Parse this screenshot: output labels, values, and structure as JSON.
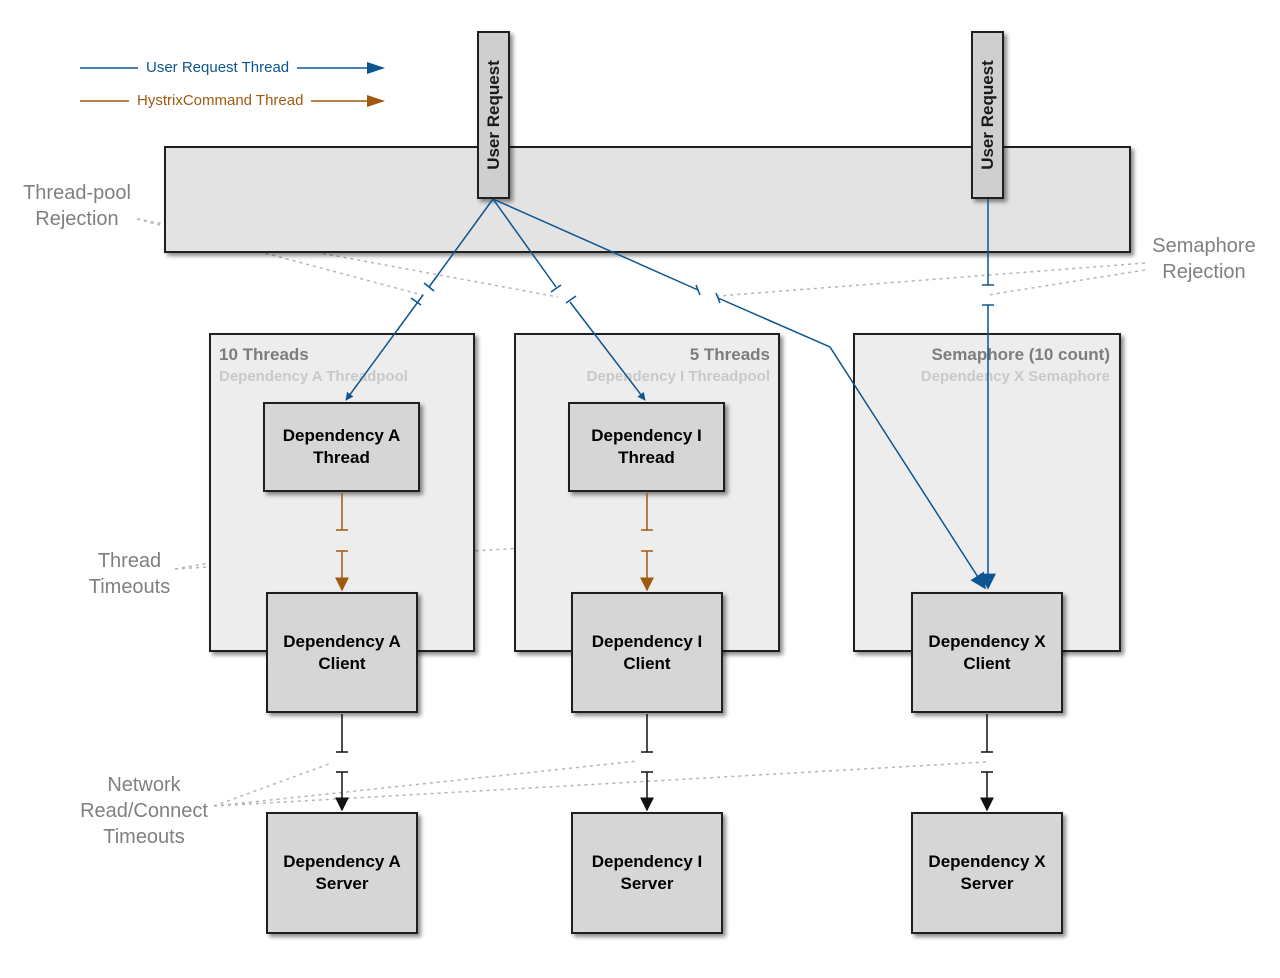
{
  "legend": {
    "user_thread": "User Request Thread",
    "hystrix_thread": "HystrixCommand Thread"
  },
  "user_requests": [
    "User Request",
    "User Request"
  ],
  "notes": {
    "threadpool_rejection": [
      "Thread-pool",
      "Rejection"
    ],
    "semaphore_rejection": [
      "Semaphore",
      "Rejection"
    ],
    "thread_timeouts": [
      "Thread",
      "Timeouts"
    ],
    "network_timeouts": [
      "Network",
      "Read/Connect",
      "Timeouts"
    ]
  },
  "containers": {
    "a": {
      "title": "10 Threads",
      "subtitle": "Dependency A Threadpool"
    },
    "i": {
      "title": "5 Threads",
      "subtitle": "Dependency I Threadpool"
    },
    "x": {
      "title": "Semaphore (10 count)",
      "subtitle": "Dependency X Semaphore"
    }
  },
  "blocks": {
    "a_thread": [
      "Dependency A",
      "Thread"
    ],
    "i_thread": [
      "Dependency I",
      "Thread"
    ],
    "a_client": [
      "Dependency A",
      "Client"
    ],
    "i_client": [
      "Dependency I",
      "Client"
    ],
    "x_client": [
      "Dependency X",
      "Client"
    ],
    "a_server": [
      "Dependency A",
      "Server"
    ],
    "i_server": [
      "Dependency I",
      "Server"
    ],
    "x_server": [
      "Dependency X",
      "Server"
    ]
  },
  "colors": {
    "user_thread": "#0d5591",
    "hystrix_thread": "#a05a0f",
    "network": "#111111",
    "dotted": "#b5b5b5"
  }
}
